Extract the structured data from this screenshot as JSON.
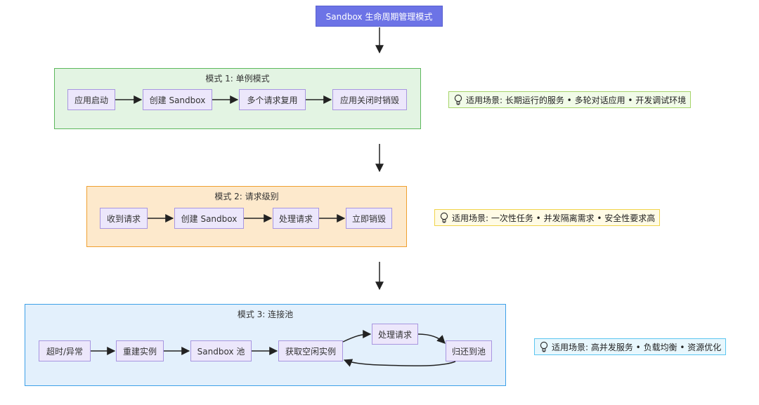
{
  "title": "Sandbox 生命周期管理模式",
  "modes": [
    {
      "title": "模式 1: 单例模式",
      "nodes": [
        "应用启动",
        "创建 Sandbox",
        "多个请求复用",
        "应用关闭时销毁"
      ],
      "tip": "适用场景: 长期运行的服务 • 多轮对话应用 • 开发调试环境"
    },
    {
      "title": "模式 2: 请求级别",
      "nodes": [
        "收到请求",
        "创建 Sandbox",
        "处理请求",
        "立即销毁"
      ],
      "tip": "适用场景: 一次性任务 • 并发隔离需求 • 安全性要求高"
    },
    {
      "title": "模式 3: 连接池",
      "nodes": [
        "超时/异常",
        "重建实例",
        "Sandbox 池",
        "获取空闲实例",
        "处理请求",
        "归还到池"
      ],
      "tip": "适用场景: 高并发服务 • 负载均衡 • 资源优化"
    }
  ],
  "colors": {
    "title_bg": "#6c73e6",
    "node_bg": "#ece7fb",
    "node_border": "#a896e0",
    "mode1_bg": "#e3f4e3",
    "mode1_border": "#5cb85c",
    "mode2_bg": "#fde9cc",
    "mode2_border": "#f0a030",
    "mode3_bg": "#e3f0fc",
    "mode3_border": "#3da0e8",
    "tip1_bg": "#f1fbe8",
    "tip1_border": "#a6d46a",
    "tip2_bg": "#fffbe5",
    "tip2_border": "#f0d34a",
    "tip3_bg": "#e8f7fd",
    "tip3_border": "#5cc6f0"
  }
}
